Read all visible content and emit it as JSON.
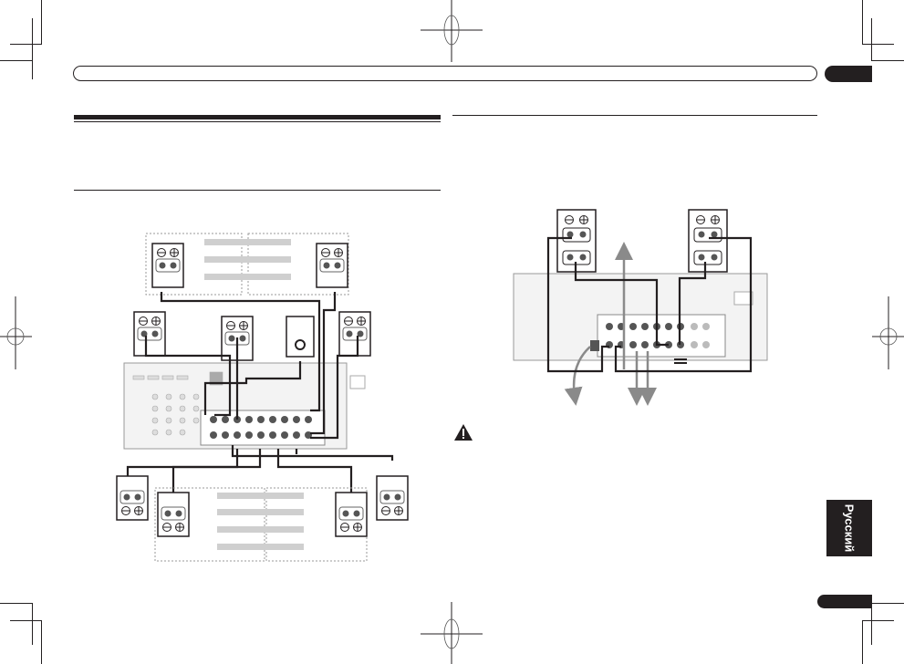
{
  "page": {
    "language_tab": "Русский",
    "header": {
      "title": "",
      "chapter_number": ""
    },
    "page_number": ""
  },
  "left_section": {
    "heading": "",
    "subheading": "",
    "diagram": {
      "name": "speaker-connection-diagram",
      "speakers": [
        "front-left",
        "center",
        "subwoofer",
        "front-right",
        "surround-left",
        "surround-right",
        "surround-back-left",
        "surround-back-right",
        "front-height-left",
        "front-height-right"
      ],
      "label_bars_top": 3,
      "label_bars_bottom": 4
    }
  },
  "right_section": {
    "heading": "",
    "diagram": {
      "name": "bi-amp-connection-diagram",
      "speakers": [
        "front-left-biamp",
        "front-right-biamp"
      ],
      "arrows": 4
    },
    "caution_icon": "warning-triangle-icon"
  },
  "colors": {
    "ink": "#231f20",
    "label_gray": "#cfcfcf",
    "arrow_gray": "#8a8a8a",
    "panel": "#f3f3f3"
  }
}
